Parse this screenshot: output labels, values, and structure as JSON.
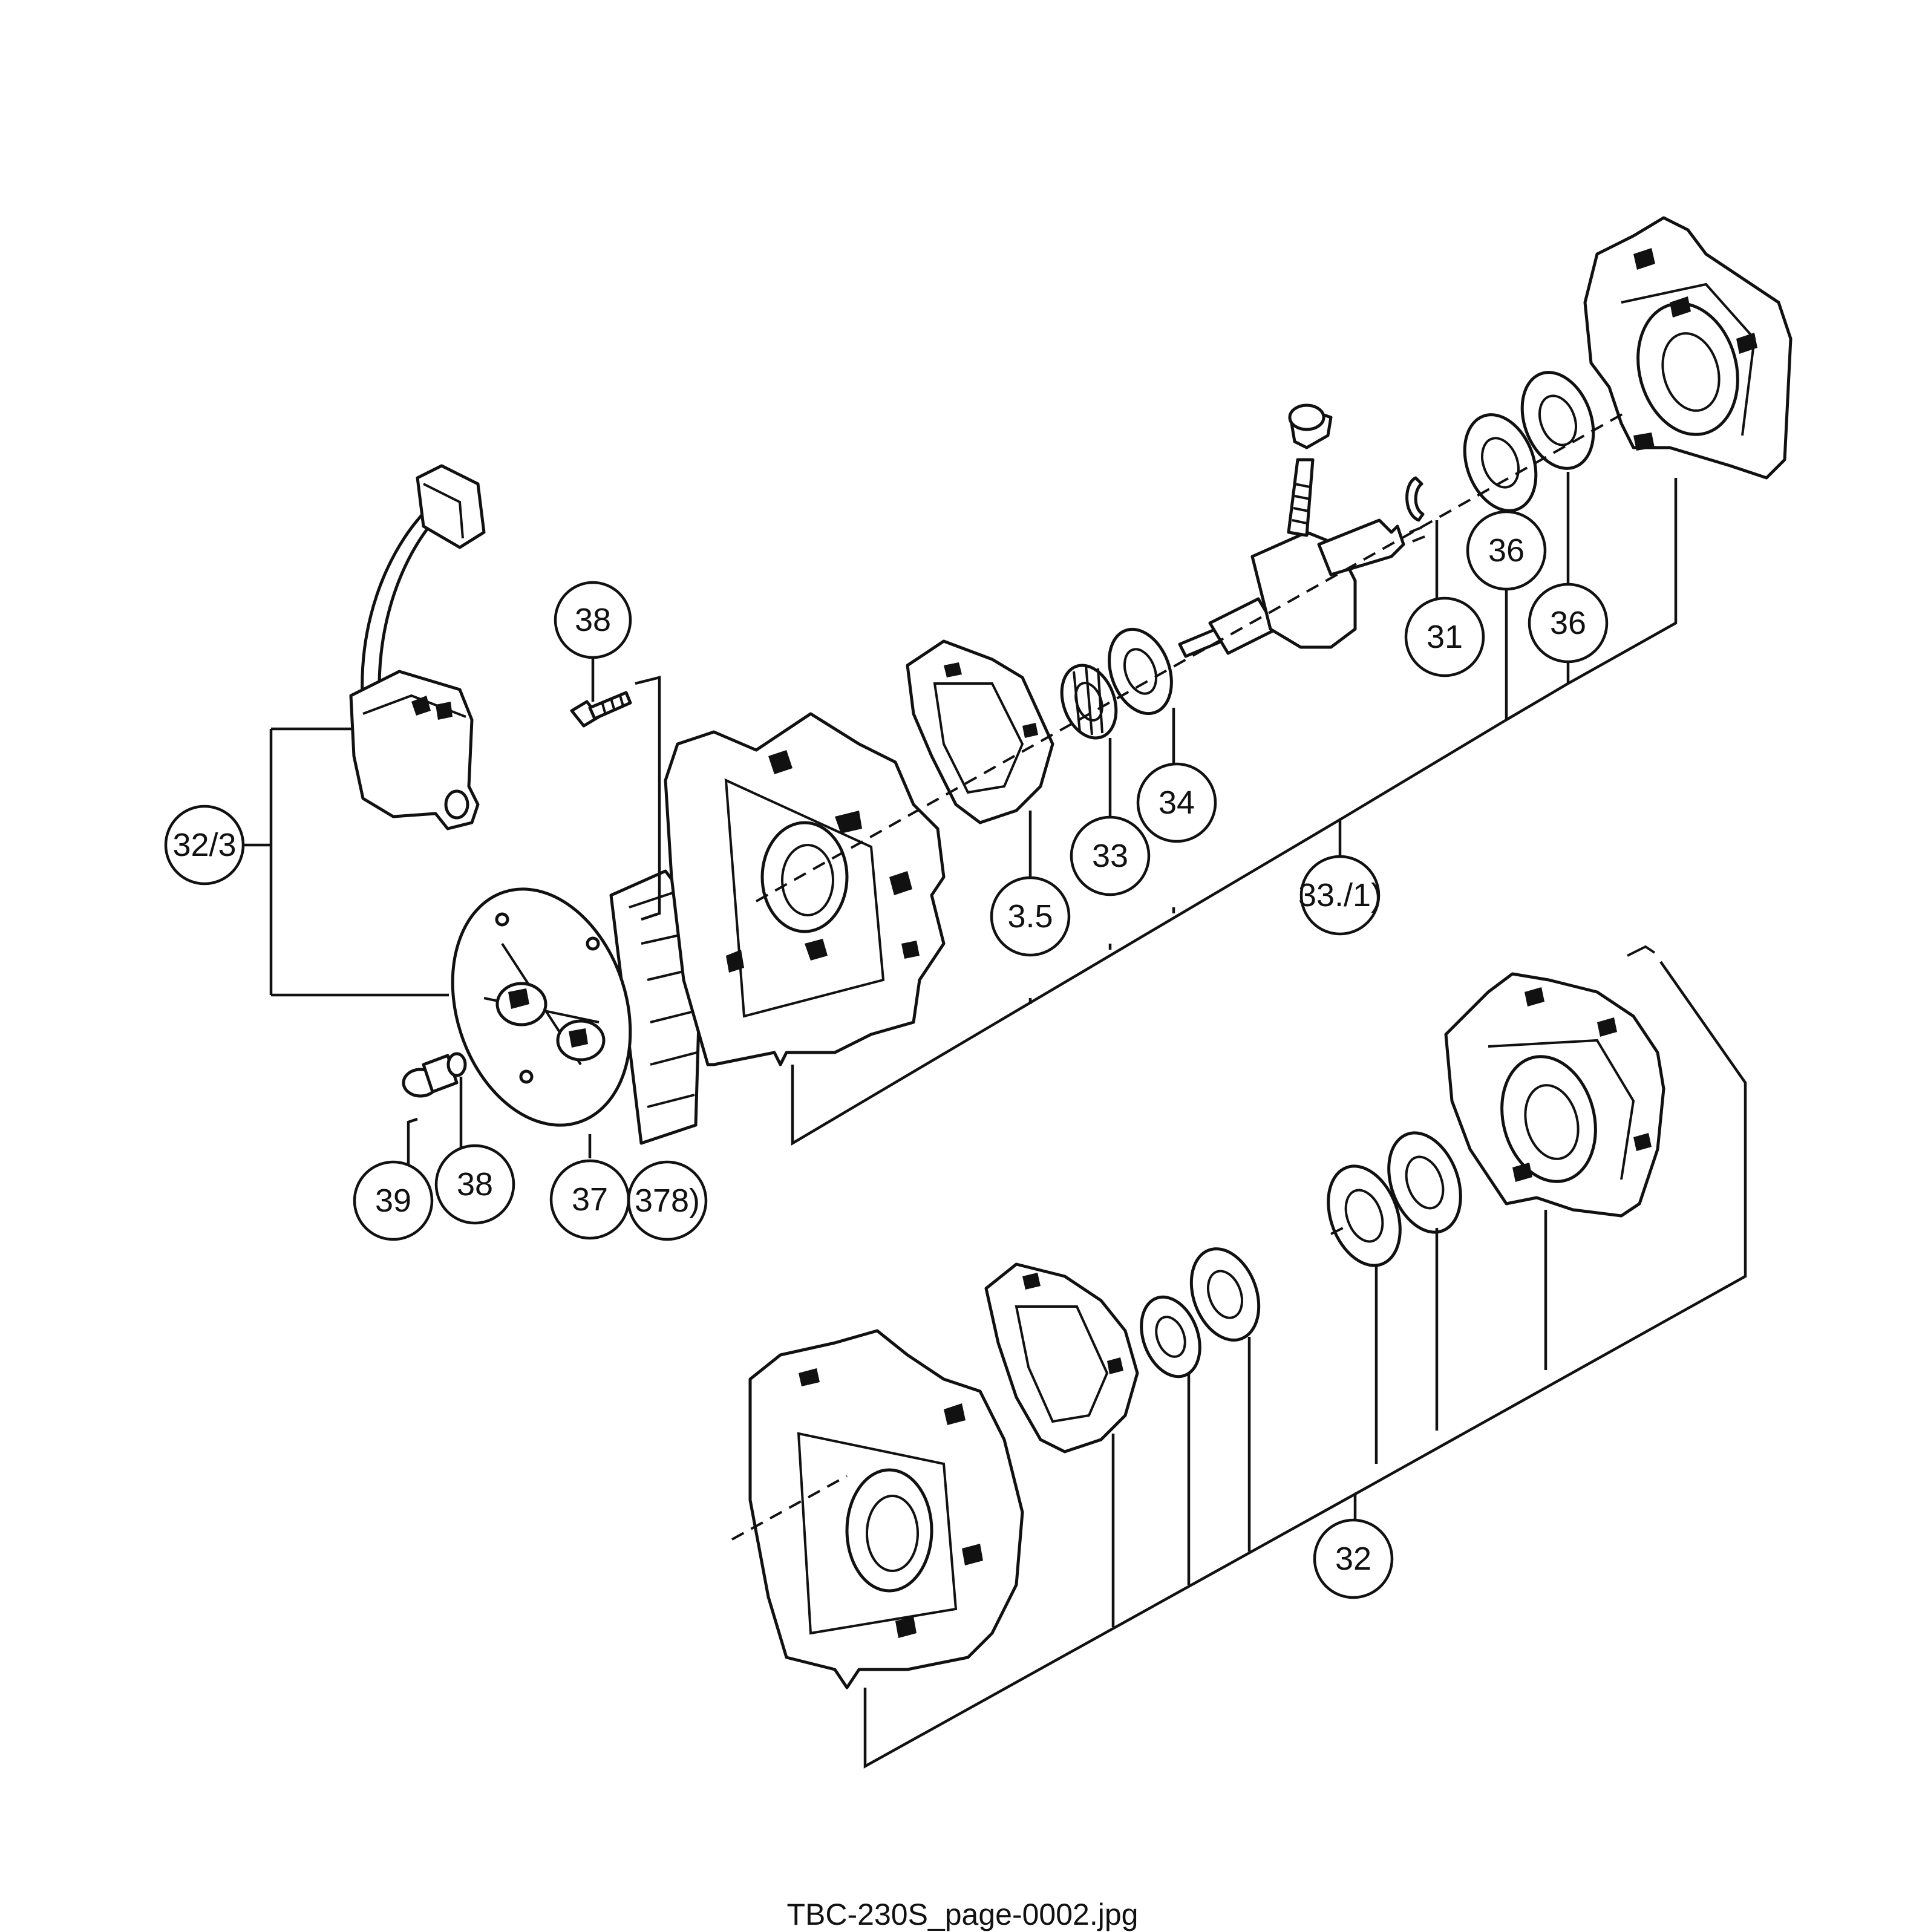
{
  "callouts": {
    "c38_top": "38",
    "c32_3": "32/3",
    "c3_5": "3.5",
    "c33": "33",
    "c34": "34",
    "c33_1": "33./1)",
    "c31": "31",
    "c36_a": "36",
    "c36_b": "36",
    "c39": "39",
    "c38_bottom": "38",
    "c37": "37",
    "c378": "378)",
    "c32": "32"
  },
  "caption": "TBC-230S_page-0002.jpg"
}
